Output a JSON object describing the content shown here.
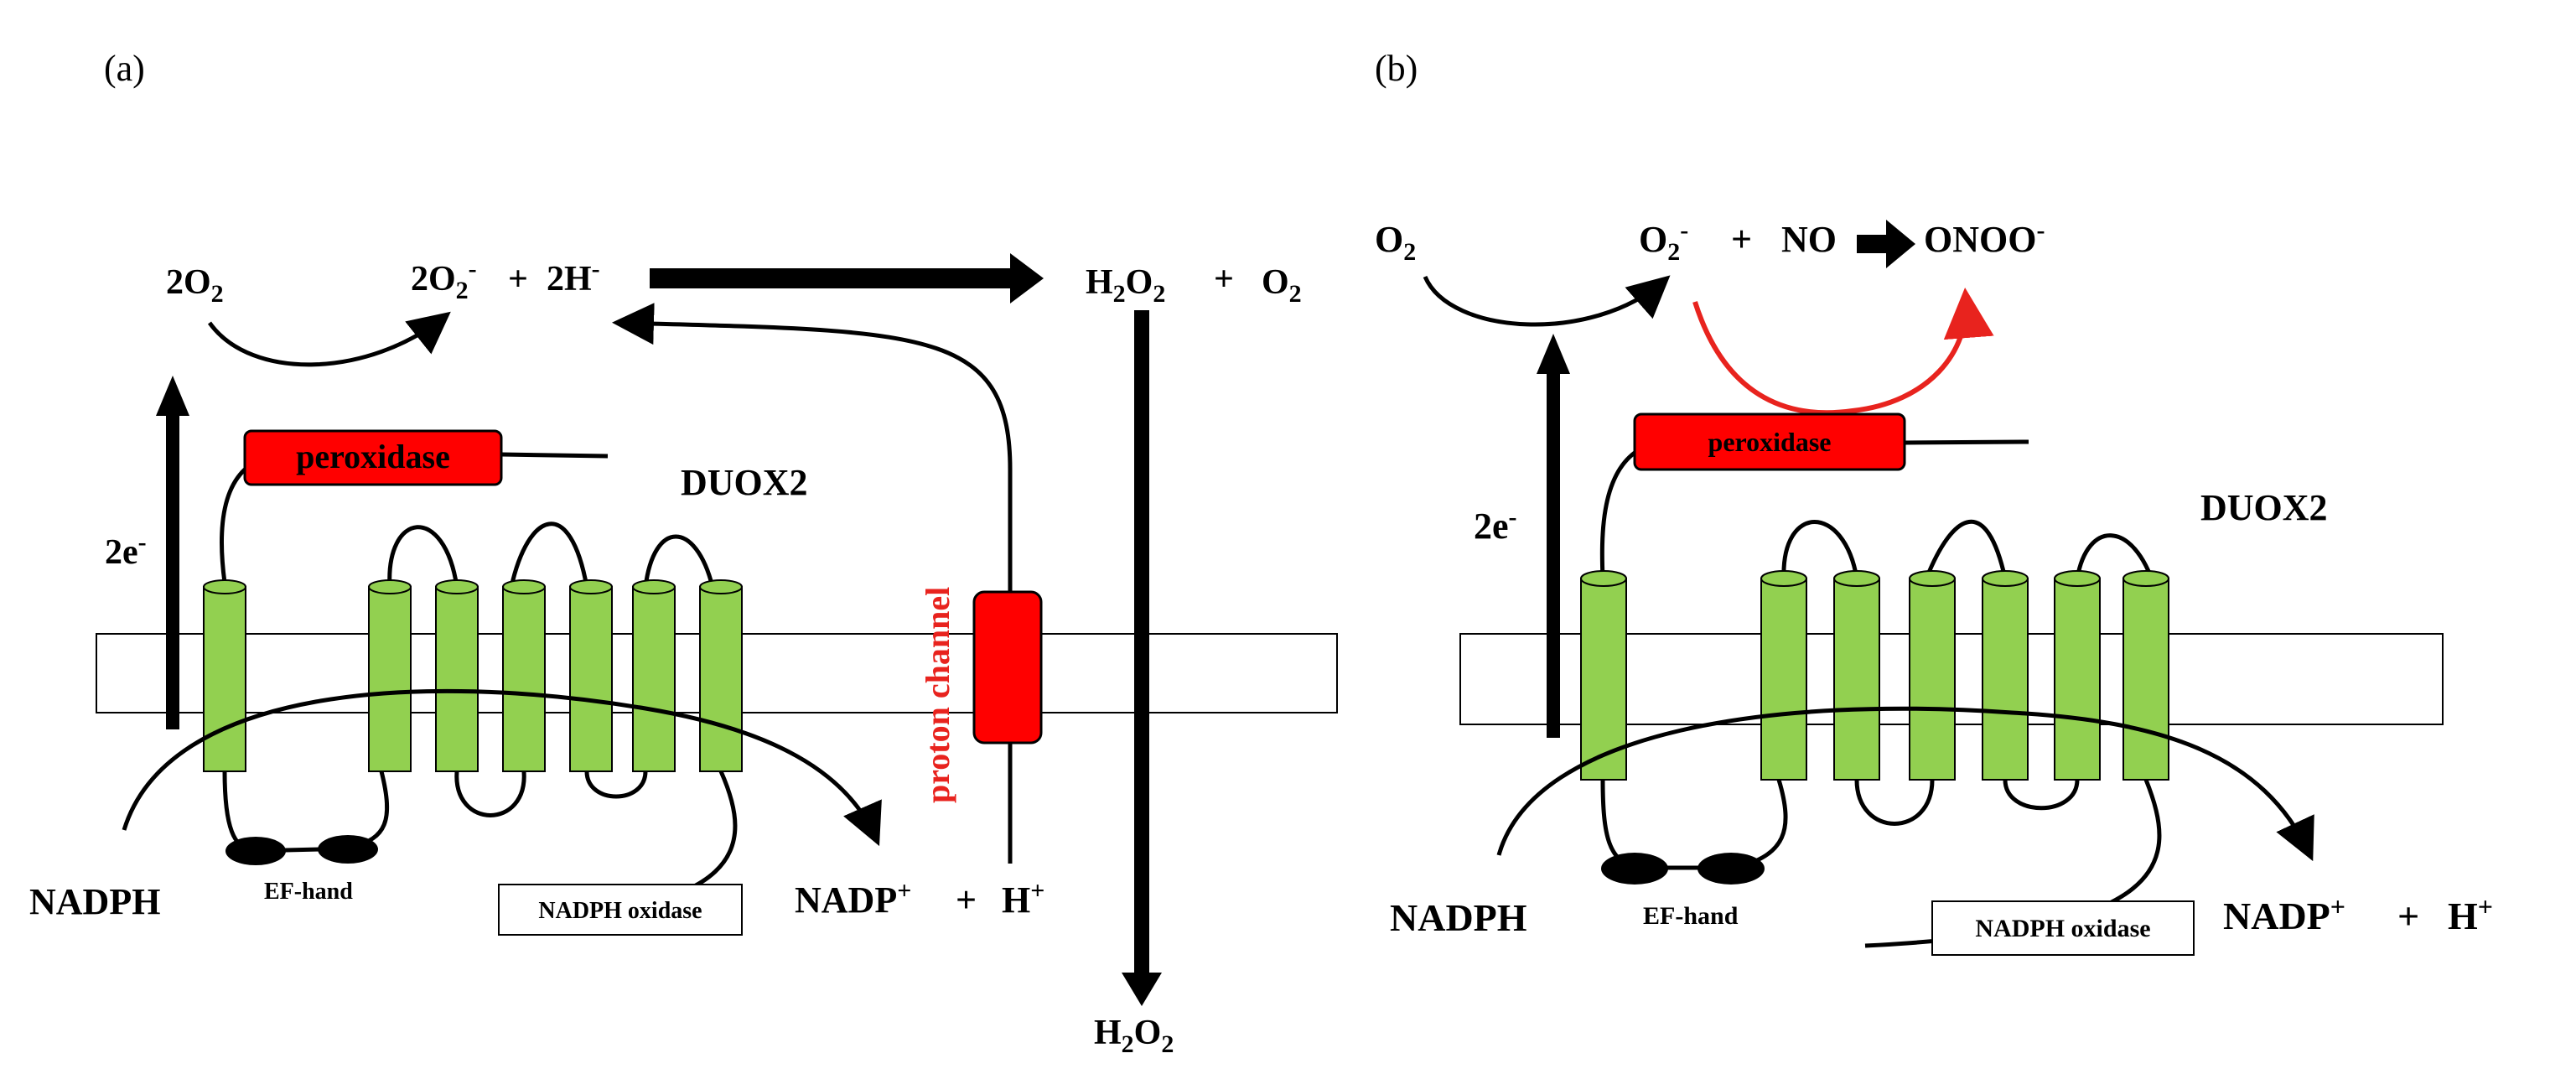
{
  "panels": {
    "a": {
      "label": "(a)",
      "o2": "2O",
      "o2_sub": "2",
      "superoxide": "2O",
      "superoxide_sub": "2",
      "superoxide_sup": "-",
      "plus1": "+",
      "hydride": "2H",
      "hydride_sup": "-",
      "h2o2_h": "H",
      "h2o2_sub1": "2",
      "h2o2_o": "O",
      "h2o2_sub2": "2",
      "plus2": "+",
      "o2b": "O",
      "o2b_sub": "2",
      "electrons": "2e",
      "electrons_sup": "-",
      "peroxidase": "peroxidase",
      "duox2": "DUOX2",
      "proton_channel": "proton channel",
      "nadph": "NADPH",
      "ef_hand": "EF-hand",
      "nadph_oxidase": "NADPH oxidase",
      "nadp": "NADP",
      "nadp_sup": "+",
      "plus3": "+",
      "hplus": "H",
      "hplus_sup": "+",
      "h2o2_bottom_h": "H",
      "h2o2_bottom_sub1": "2",
      "h2o2_bottom_o": "O",
      "h2o2_bottom_sub2": "2"
    },
    "b": {
      "label": "(b)",
      "o2": "O",
      "o2_sub": "2",
      "superoxide": "O",
      "superoxide_sub": "2",
      "superoxide_sup": "-",
      "plus1": "+",
      "no": "NO",
      "onoo": "ONOO",
      "onoo_sup": "-",
      "electrons": "2e",
      "electrons_sup": "-",
      "peroxidase": "peroxidase",
      "duox2": "DUOX2",
      "nadph": "NADPH",
      "ef_hand": "EF-hand",
      "nadph_oxidase": "NADPH oxidase",
      "nadp": "NADP",
      "nadp_sup": "+",
      "plus3": "+",
      "hplus": "H",
      "hplus_sup": "+"
    }
  },
  "colors": {
    "helix": "#92d050",
    "red": "#ff0000",
    "red_arrow": "#e8231e",
    "ink": "#000000"
  }
}
